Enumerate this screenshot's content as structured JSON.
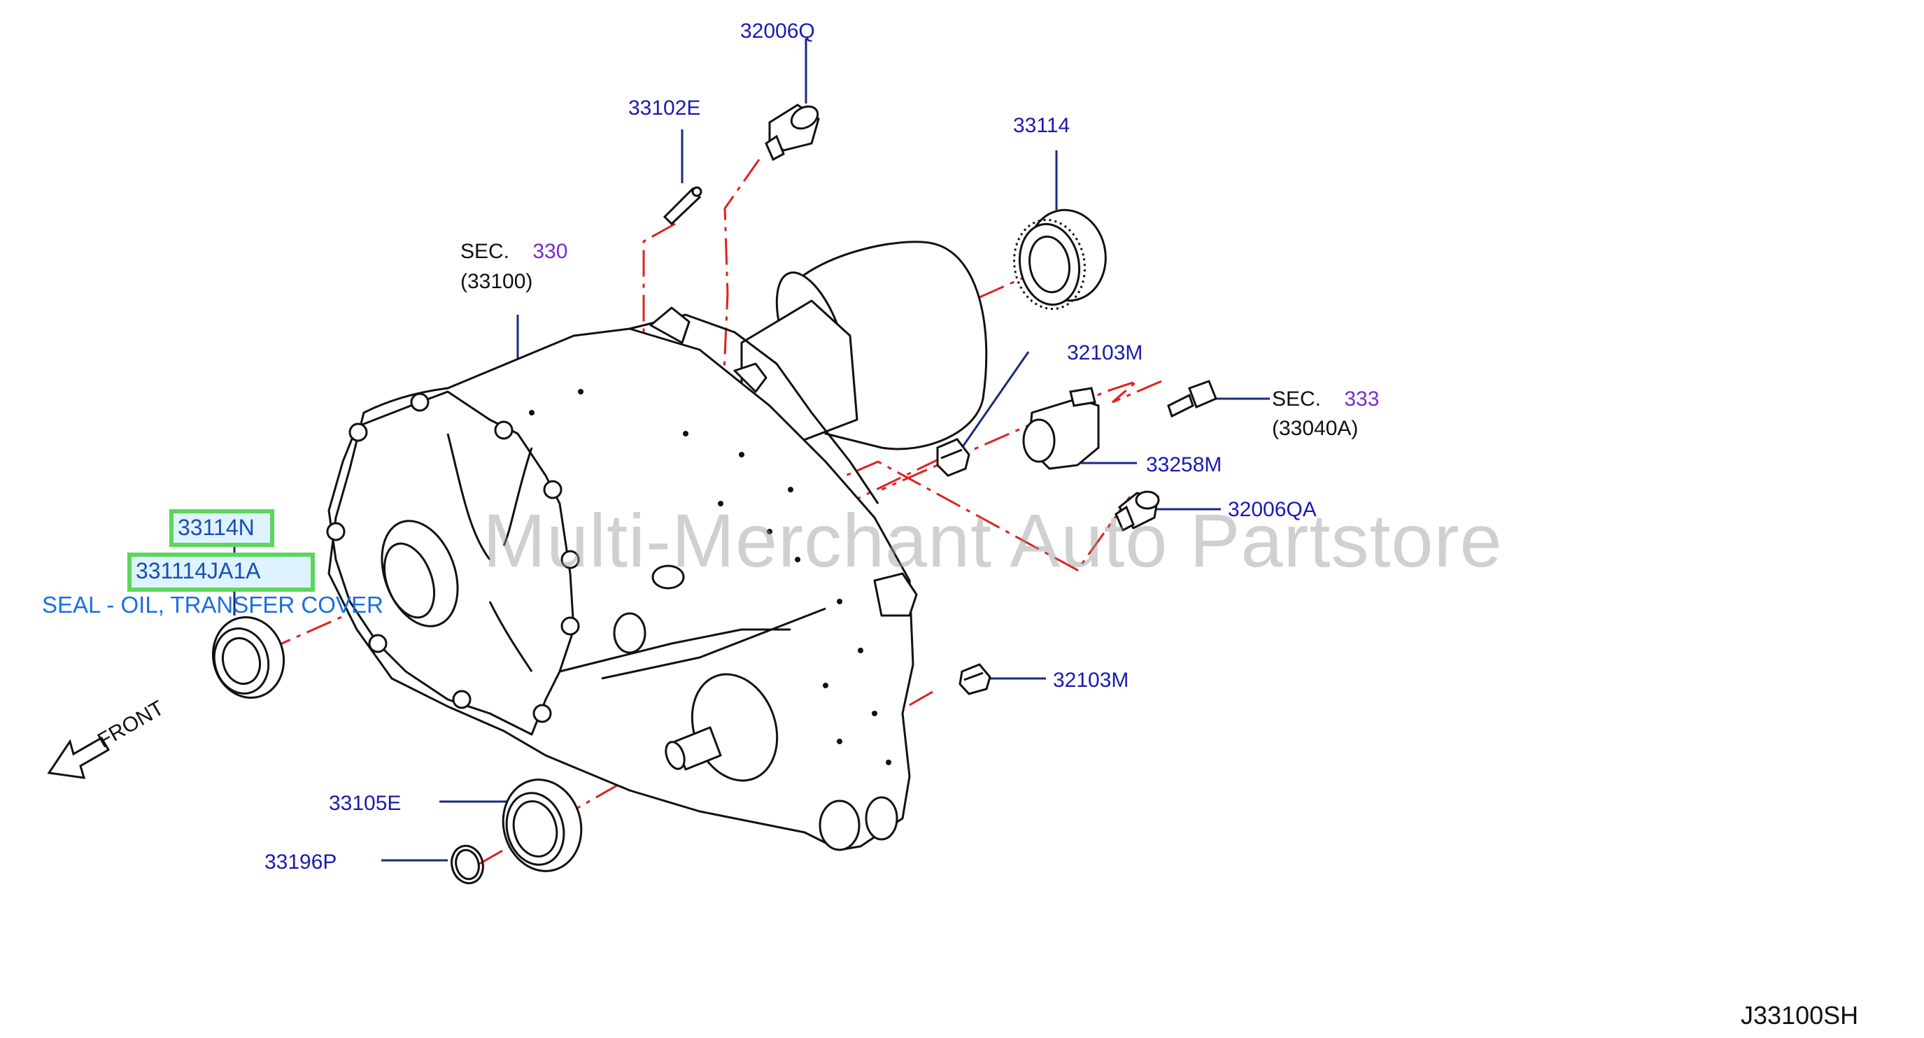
{
  "watermark": "Multi-Merchant Auto Partstore",
  "diagram_ref": "J33100SH",
  "front_label": "FRONT",
  "section_refs": {
    "sec330": {
      "prefix": "SEC.",
      "number": "330",
      "sub": "(33100)"
    },
    "sec333": {
      "prefix": "SEC.",
      "number": "333",
      "sub": "(33040A)"
    }
  },
  "highlight": {
    "part_33114N": "33114N",
    "part_331114JA1A": "331114JA1A",
    "description": "SEAL - OIL, TRANSFER COVER"
  },
  "parts": {
    "p32006Q": "32006Q",
    "p33102E": "33102E",
    "p33114": "33114",
    "p32103M_top": "32103M",
    "p33258M": "33258M",
    "p32006QA": "32006QA",
    "p32103M_bottom": "32103M",
    "p33105E": "33105E",
    "p33196P": "33196P"
  },
  "colors": {
    "part_label": "#1a1ab0",
    "leader_line": "#1a2a80",
    "centerline": "#e02020",
    "highlight_border": "#5cd65c",
    "section_number": "#7a2bc8",
    "description": "#1a6fe0"
  }
}
